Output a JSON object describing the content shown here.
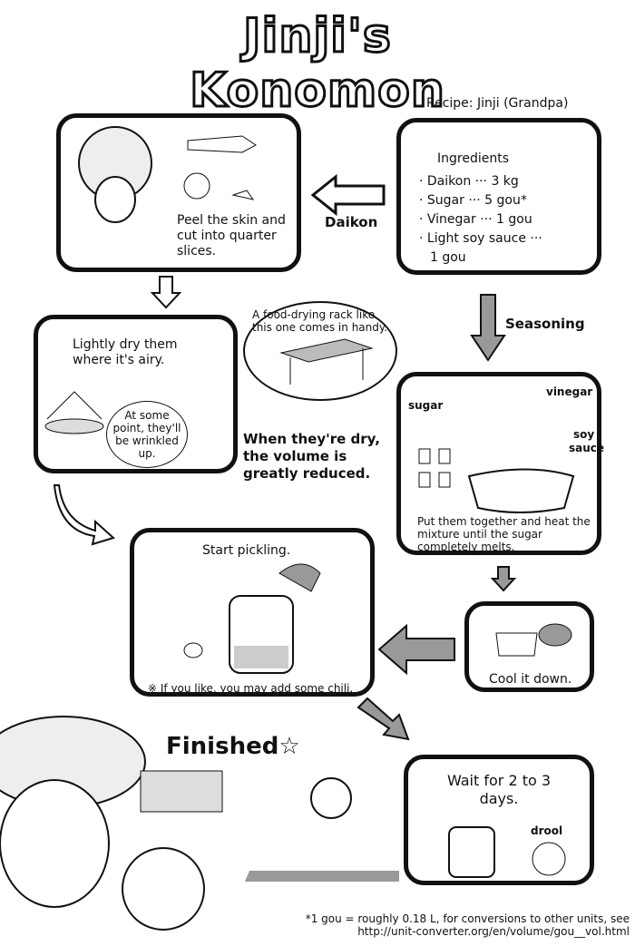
{
  "title": "Jinji's Konomon",
  "recipe_credit": "Recipe: Jinji (Grandpa)",
  "ingredients": {
    "heading": "Ingredients",
    "items": [
      "· Daikon ··· 3 kg",
      "· Sugar ··· 5 gou*",
      "· Vinegar ··· 1 gou",
      "· Light soy sauce ···",
      "  1 gou"
    ]
  },
  "arrows": {
    "daikon": "Daikon",
    "seasoning": "Seasoning"
  },
  "steps": {
    "peel": "Peel the skin and cut into quarter slices.",
    "dry": "Lightly dry them where it's airy.",
    "wrinkle": "At some point, they'll be wrinkled up.",
    "rack": "A food-drying rack like this one comes in handy.",
    "dry_note": "When they're dry, the volume is greatly reduced.",
    "heat": "Put them together and heat the mixture until the sugar completely melts.",
    "labels": {
      "sugar": "sugar",
      "vinegar": "vinegar",
      "soy": "soy",
      "sauce": "sauce"
    },
    "pickling": "Start pickling.",
    "chili": "※ If you like, you may add some chili.",
    "cool": "Cool it down.",
    "wait": "Wait for 2 to 3 days.",
    "drool": "drool",
    "finished": "Finished☆"
  },
  "footnote": {
    "line1": "*1 gou = roughly 0.18 L, for conversions to other units, see",
    "line2": "http://unit-converter.org/en/volume/gou__vol.html"
  }
}
